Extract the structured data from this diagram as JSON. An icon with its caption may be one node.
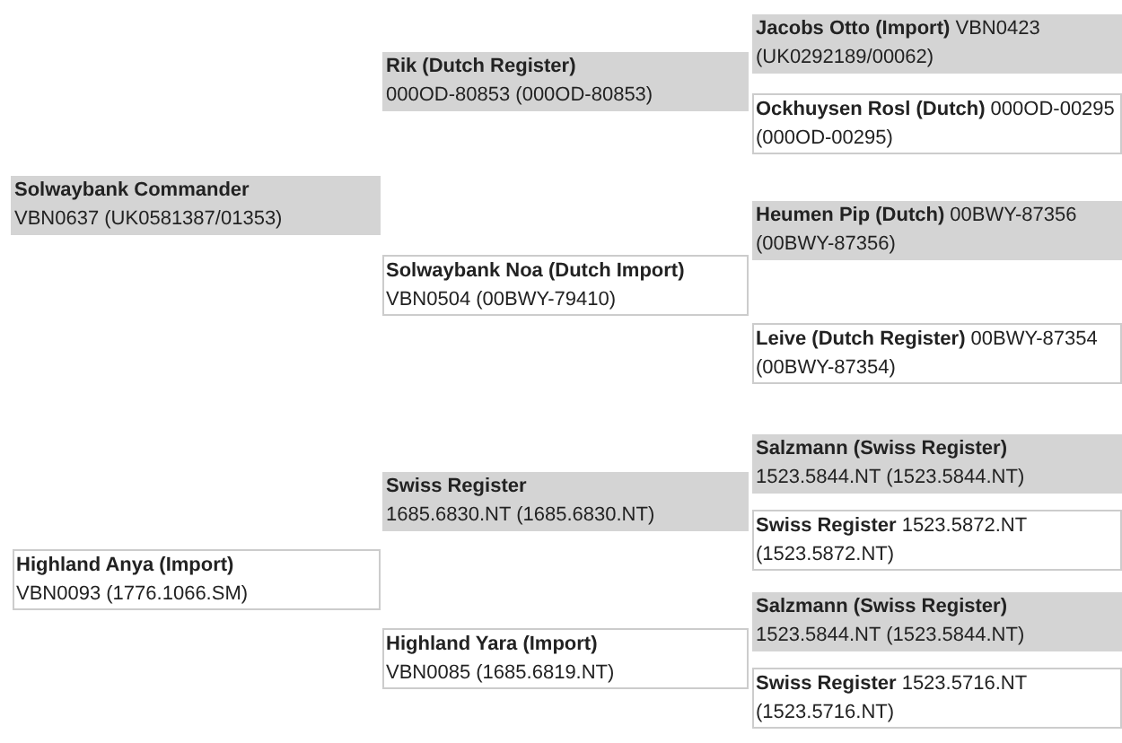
{
  "diagram": {
    "nodes": [
      {
        "text": [
          "Solwaybank Commander",
          "VBN0637 (UK0581387/01353)"
        ]
      },
      {
        "text": [
          "Highland Anya (Import)",
          "VBN0093 (1776.1066.SM)"
        ]
      },
      {
        "text": [
          "Rik (Dutch Register)",
          "000OD-80853 (000OD-80853)"
        ]
      },
      {
        "text": [
          "Solwaybank Noa (Dutch Import)",
          "VBN0504 (00BWY-79410)"
        ]
      },
      {
        "text": [
          "Swiss Register",
          "1685.6830.NT (1685.6830.NT)"
        ]
      },
      {
        "text": [
          "Highland Yara (Import)",
          "VBN0085 (1685.6819.NT)"
        ]
      },
      {
        "text": [
          "**Jacobs Otto (Import)** VBN0423 (UK0292189/00062)"
        ]
      },
      {
        "text": [
          "**Ockhuysen Rosl (Dutch)** 000OD-00295 (000OD-00295)"
        ]
      },
      {
        "text": [
          "**Heumen Pip (Dutch)** 00BWY-87356 (00BWY-87356)"
        ]
      },
      {
        "text": [
          "**Leive (Dutch Register)** 00BWY-87354 (00BWY-87354)"
        ]
      },
      {
        "text": [
          "**Salzmann (Swiss Register)** 1523.5844.NT (1523.5844.NT)"
        ]
      },
      {
        "text": [
          "**Swiss Register** 1523.5872.NT (1523.5872.NT)"
        ]
      },
      {
        "text": [
          "**Salzmann (Swiss Register)** 1523.5844.NT (1523.5844.NT)"
        ]
      },
      {
        "text": [
          "**Swiss Register** 1523.5716.NT (1523.5716.NT)"
        ]
      }
    ]
  }
}
